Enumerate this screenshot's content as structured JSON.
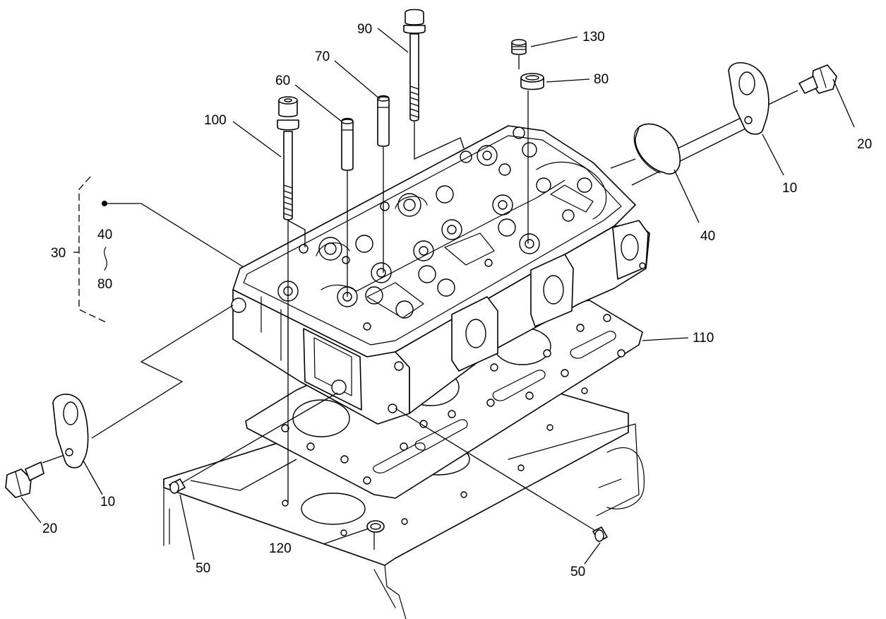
{
  "callouts": [
    {
      "id": "c130",
      "text": "130"
    },
    {
      "id": "c90",
      "text": "90"
    },
    {
      "id": "c80top",
      "text": "80"
    },
    {
      "id": "c70",
      "text": "70"
    },
    {
      "id": "c60",
      "text": "60"
    },
    {
      "id": "c100",
      "text": "100"
    },
    {
      "id": "c20right",
      "text": "20"
    },
    {
      "id": "c10right",
      "text": "10"
    },
    {
      "id": "c40right",
      "text": "40"
    },
    {
      "id": "c30",
      "text": "30"
    },
    {
      "id": "c40bracket",
      "text": "40"
    },
    {
      "id": "c80bracket",
      "text": "80"
    },
    {
      "id": "c110",
      "text": "110"
    },
    {
      "id": "c10left",
      "text": "10"
    },
    {
      "id": "c20left",
      "text": "20"
    },
    {
      "id": "c50left",
      "text": "50"
    },
    {
      "id": "c120",
      "text": "120"
    },
    {
      "id": "c50right",
      "text": "50"
    }
  ]
}
